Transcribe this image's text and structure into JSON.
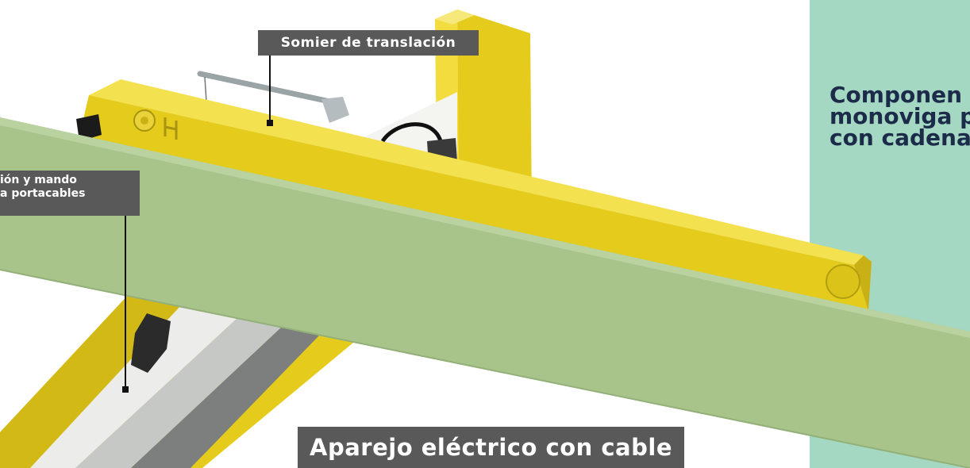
{
  "labels": {
    "translation_carriage": "Somier de translación",
    "power_control_lines": [
      "ión y mando",
      "a portacables"
    ],
    "hoist": "Aparejo eléctrico con cable"
  },
  "side_panel": {
    "title_lines": [
      "Componen",
      "monoviga p",
      "con cadena"
    ]
  },
  "colors": {
    "panel_bg": "#a4d8c2",
    "panel_text": "#1c2b4a",
    "label_bg": "#595959",
    "label_text": "#ffffff",
    "crane_yellow": "#e5cc1c",
    "beam_green": "#a8c48b"
  }
}
